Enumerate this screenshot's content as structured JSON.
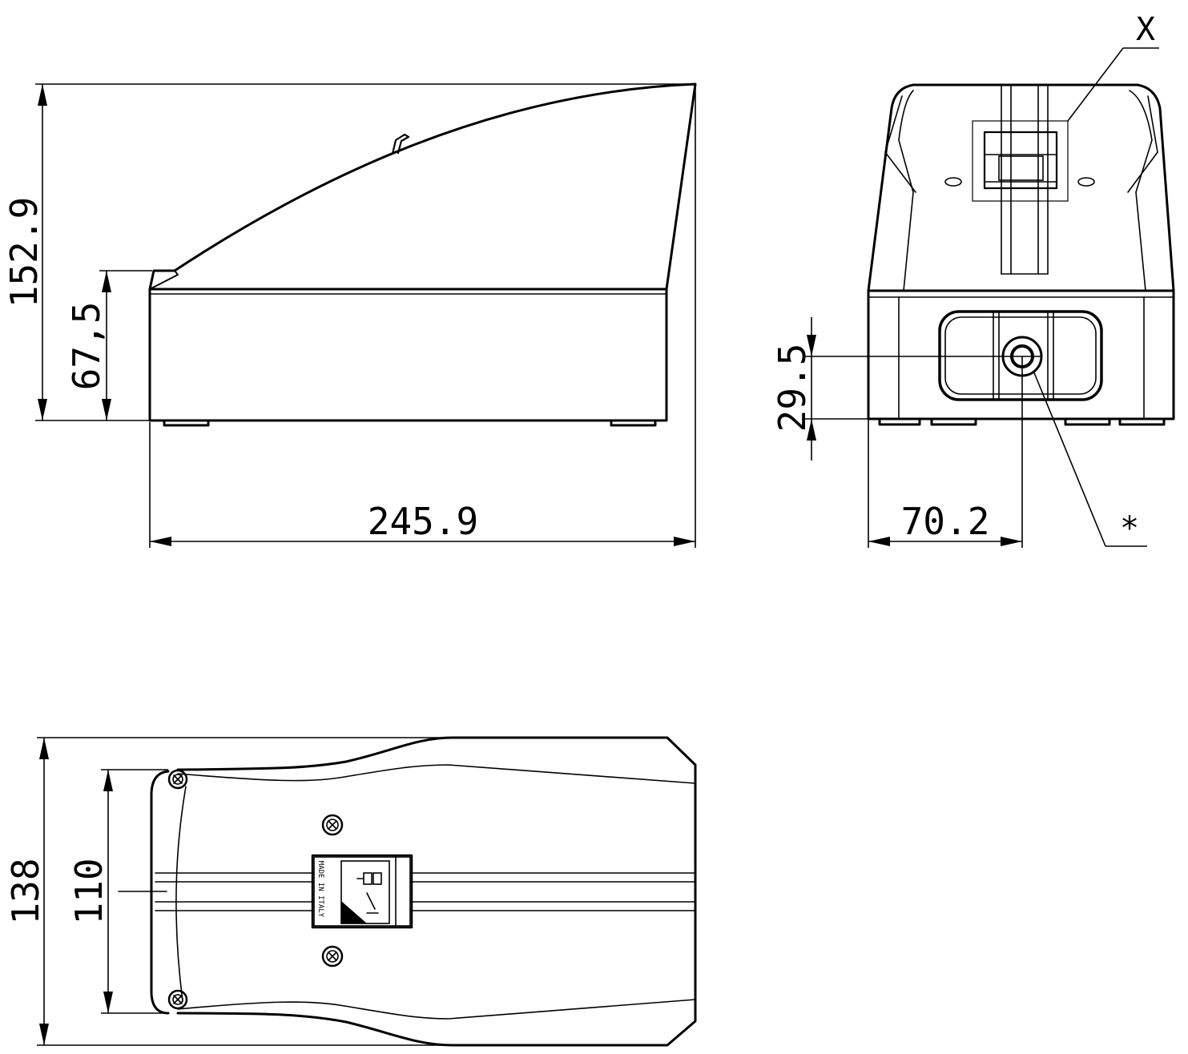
{
  "dimensions": {
    "side_total_height": "152.9",
    "side_base_height": "67,5",
    "side_length": "245.9",
    "front_height": "29.5",
    "front_width": "70.2",
    "top_total_width": "138",
    "top_inner_width": "110"
  },
  "callouts": {
    "detail_x": "X",
    "asterisk": "*"
  },
  "nameplate": {
    "made_in": "MADE IN ITALY"
  }
}
